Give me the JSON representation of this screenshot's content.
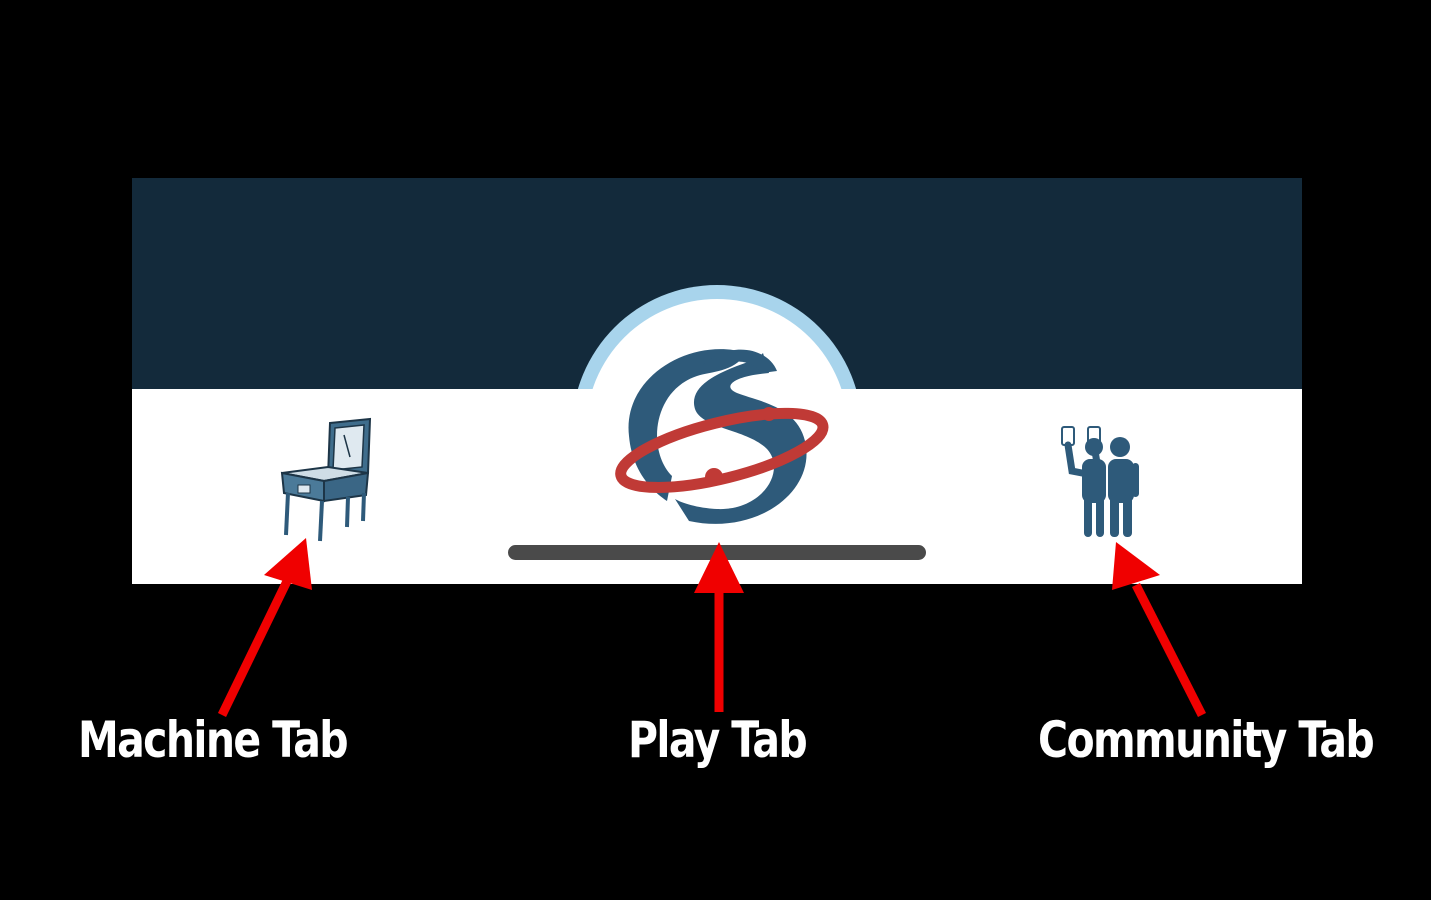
{
  "callouts": {
    "machine": "Machine Tab",
    "play": "Play Tab",
    "community": "Community Tab"
  },
  "tab_bar": {
    "tabs": [
      {
        "id": "machine",
        "icon": "pinball-machine-icon"
      },
      {
        "id": "play",
        "icon": "app-logo-s-icon"
      },
      {
        "id": "community",
        "icon": "community-people-icon"
      }
    ]
  },
  "colors": {
    "page_background": "#000000",
    "header_navy": "#132a3b",
    "tab_bar_white": "#ffffff",
    "logo_ring": "#a8d4ec",
    "logo_blue": "#2e5a7a",
    "logo_orbit_red": "#c03a36",
    "arrow_red": "#f00000"
  }
}
